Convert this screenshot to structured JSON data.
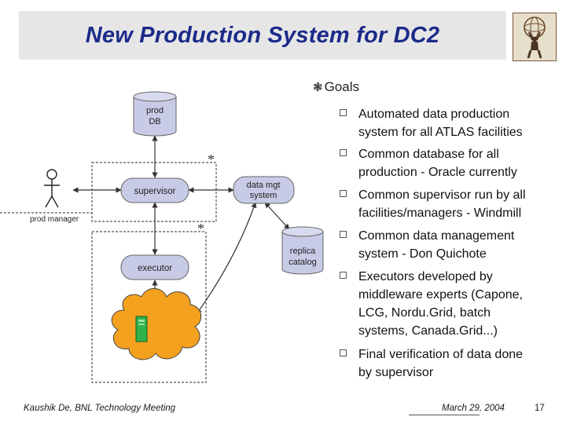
{
  "title": "New Production System for DC2",
  "goals": {
    "heading": "Goals",
    "items": [
      [
        "Automated data production",
        "system for all ATLAS facilities"
      ],
      [
        "Common database for all",
        "production - Oracle currently"
      ],
      [
        "Common supervisor run by all",
        "facilities/managers - Windmill"
      ],
      [
        "Common data management",
        "system - Don Quichote"
      ],
      [
        "Executors developed by",
        "middleware experts (Capone,",
        "LCG, Nordu.Grid, batch",
        "systems, Canada.Grid...)"
      ],
      [
        "Final verification of data done",
        "by supervisor"
      ]
    ]
  },
  "diagram": {
    "prod_db_line1": "prod",
    "prod_db_line2": "DB",
    "supervisor": "supervisor",
    "data_mgt_line1": "data mgt",
    "data_mgt_line2": "system",
    "prod_manager": "prod manager",
    "replica_line1": "replica",
    "replica_line2": "catalog",
    "executor": "executor",
    "asterisk": "*"
  },
  "footer": {
    "left": "Kaushik De, BNL Technology Meeting",
    "date": "March 29, 2004",
    "page": "17"
  },
  "colors": {
    "title": "#1c2a8a",
    "node_fill": "#c7cbe6",
    "cloud_fill": "#f4a11f",
    "computer_fill": "#2fb24a"
  }
}
